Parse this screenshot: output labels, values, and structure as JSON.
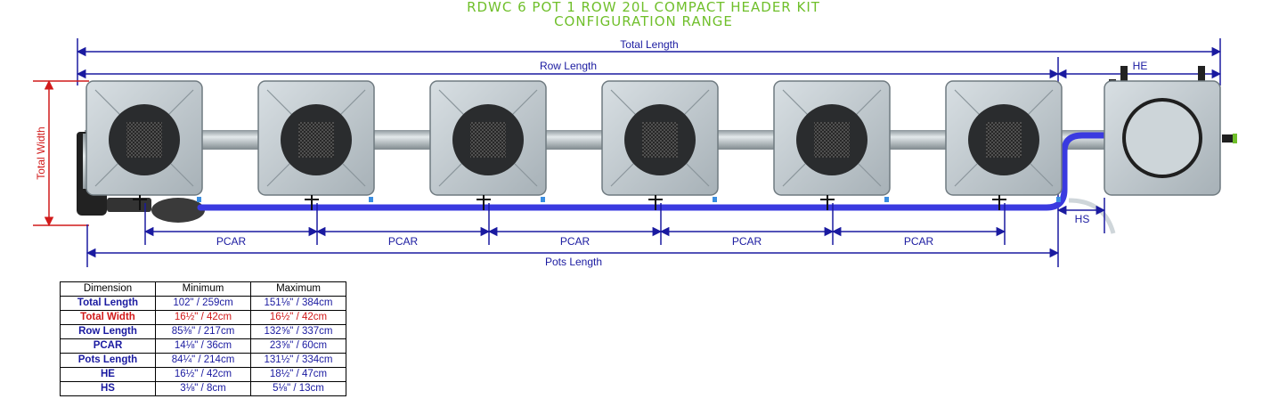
{
  "title": {
    "line1": "RDWC 6 POT 1 ROW 20L COMPACT HEADER KIT",
    "line2": "CONFIGURATION RANGE"
  },
  "labels": {
    "total_length": "Total Length",
    "row_length": "Row Length",
    "he": "HE",
    "total_width": "Total Width",
    "pcar": "PCAR",
    "pots_length": "Pots Length",
    "hs": "HS"
  },
  "pot_count": 6,
  "colors": {
    "title": "#6fbf2a",
    "dimension": "#1a1aa0",
    "total_width": "#d11a1a",
    "hose": "#3a3ae0",
    "pot_body": "#c4ccd2",
    "pipe": "#aab4b8"
  },
  "table": {
    "headers": [
      "Dimension",
      "Minimum",
      "Maximum"
    ],
    "rows": [
      {
        "name": "Total Length",
        "min": "102\" / 259cm",
        "max": "151⅛\" / 384cm",
        "highlight": false
      },
      {
        "name": "Total Width",
        "min": "16½\" / 42cm",
        "max": "16½\" / 42cm",
        "highlight": true
      },
      {
        "name": "Row Length",
        "min": "85⅜\" / 217cm",
        "max": "132⅝\" / 337cm",
        "highlight": false
      },
      {
        "name": "PCAR",
        "min": "14⅛\" / 36cm",
        "max": "23⅝\" / 60cm",
        "highlight": false
      },
      {
        "name": "Pots Length",
        "min": "84¼\" / 214cm",
        "max": "131½\" / 334cm",
        "highlight": false
      },
      {
        "name": "HE",
        "min": "16½\" / 42cm",
        "max": "18½\" / 47cm",
        "highlight": false
      },
      {
        "name": "HS",
        "min": "3⅛\" / 8cm",
        "max": "5⅛\" / 13cm",
        "highlight": false
      }
    ]
  }
}
